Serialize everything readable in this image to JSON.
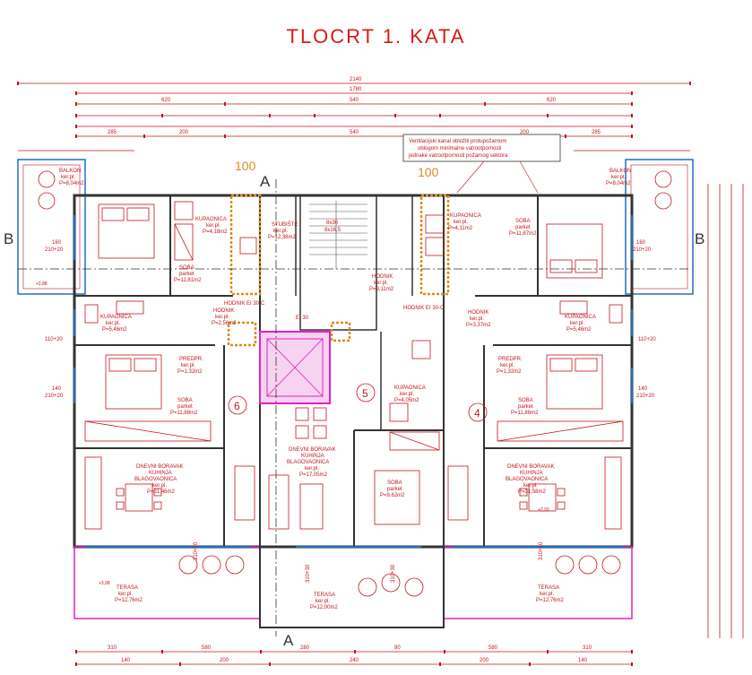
{
  "title": "TLOCRT 1. KATA",
  "colors": {
    "line": "#c4161c",
    "wall": "#333333",
    "magenta": "#e020c8",
    "orange": "#e08a1e",
    "blue": "#1f6fc0"
  },
  "sections": {
    "a": "A",
    "b": "B"
  },
  "stair_marks": {
    "left": "100",
    "right": "100"
  },
  "callout": {
    "line1": "Ventilacijski kanal obložiti protupožarnom",
    "line2": "oblogom minimalne vatrootpornosti",
    "line3": "jednake vatrootpornosti požarnog sektora"
  },
  "top_dims": {
    "overall": "2140",
    "row2": "1780",
    "row3a": "620",
    "row3b": "540",
    "row3c": "620",
    "row5a": "285",
    "row5b": "200",
    "row5c": "540",
    "row5d": "200",
    "row5e": "285"
  },
  "bottom_dims": {
    "r1a": "310",
    "r1b": "580",
    "r1c": "280",
    "r1d": "80",
    "r1e": "580",
    "r1f": "310",
    "r2a": "140",
    "r2b": "200",
    "r2c": "240",
    "r2d": "200",
    "r2e": "140"
  },
  "units": {
    "u4": "4",
    "u5": "5",
    "u6": "6"
  },
  "rooms": {
    "balkon_left": {
      "name": "BALKON",
      "floor": "ker.pl.",
      "area": "P=8,04m2"
    },
    "balkon_right": {
      "name": "BALKON",
      "floor": "ker.pl.",
      "area": "P=8,04m2"
    },
    "soba_tl": {
      "name": "SOBA",
      "floor": "parket",
      "area": "P=11,81m2"
    },
    "soba_tr": {
      "name": "SOBA",
      "floor": "parket",
      "area": "P=11,87m2"
    },
    "kup_tl": {
      "name": "KUPAONICA",
      "floor": "ker.pl.",
      "area": "P=4,18m2"
    },
    "kup_tr": {
      "name": "KUPAONICA",
      "floor": "ker.pl.",
      "area": "P=4,11m2"
    },
    "stubiste": {
      "name": "STUBIŠTE",
      "floor": "ker.pl.",
      "area": "P=12,38m2"
    },
    "hodnik": {
      "name": "HODNIK",
      "floor": "ker.pl.",
      "area": "P=9,11m2"
    },
    "hodnik_left": {
      "name": "HODNIK",
      "floor": "ker.pl.",
      "area": "P=2,56m2"
    },
    "hodnik_right": {
      "name": "HODNIK",
      "floor": "ker.pl.",
      "area": "P=3,37m2"
    },
    "kup_ml": {
      "name": "KUPAONICA",
      "floor": "ker.pl.",
      "area": "P=5,46m2"
    },
    "kup_mr": {
      "name": "KUPAONICA",
      "floor": "ker.pl.",
      "area": "P=5,46m2"
    },
    "predpr_l": {
      "name": "PREDPR.",
      "floor": "ker.pl.",
      "area": "P=1,32m2"
    },
    "predpr_r": {
      "name": "PREDPR.",
      "floor": "ker.pl.",
      "area": "P=1,32m2"
    },
    "soba_ml": {
      "name": "SOBA",
      "floor": "parket",
      "area": "P=11,88m2"
    },
    "soba_mr": {
      "name": "SOBA",
      "floor": "parket",
      "area": "P=11,88m2"
    },
    "kup_c": {
      "name": "KUPAONICA",
      "floor": "ker.pl.",
      "area": "P=4,05m2"
    },
    "db_left": {
      "l1": "DNEVNI BORAVAK",
      "l2": "KUHINJA",
      "l3": "BLAGOVAONICA",
      "floor": "ker.pl.",
      "area": "P=31,46m2"
    },
    "db_center": {
      "l1": "DNEVNI BORAVAK",
      "l2": "KUHINJA",
      "l3": "BLAGOVAONICA",
      "floor": "ker.pl.",
      "area": "P=17,05m2"
    },
    "db_right": {
      "l1": "DNEVNI BORAVAK",
      "l2": "KUHINJA",
      "l3": "BLAGOVAONICA",
      "floor": "ker.pl.",
      "area": "P=31,58m2"
    },
    "soba_c": {
      "name": "SOBA",
      "floor": "parket",
      "area": "P=9,62m2"
    },
    "terasa_l": {
      "name": "TERASA",
      "floor": "ker.pl.",
      "area": "P=12,76m2"
    },
    "terasa_c": {
      "name": "TERASA",
      "floor": "ker.pl.",
      "area": "P=12,00m2"
    },
    "terasa_r": {
      "name": "TERASA",
      "floor": "ker.pl.",
      "area": "P=12,76m2"
    }
  },
  "openings": {
    "w160": "160",
    "w210": "210+20",
    "w140": "140",
    "w110": "110+20",
    "t310": "310+30",
    "stairs": "8x30",
    "stairs2": "8x16,5",
    "lift": "EI 30",
    "hodnik_ei_l": "HODNIK EI 30-C",
    "hodnik_ei_r": "HODNIK EI 30-C"
  },
  "levels": {
    "l1": "+2,93",
    "l2": "+3,08",
    "l3": "+2,88"
  }
}
